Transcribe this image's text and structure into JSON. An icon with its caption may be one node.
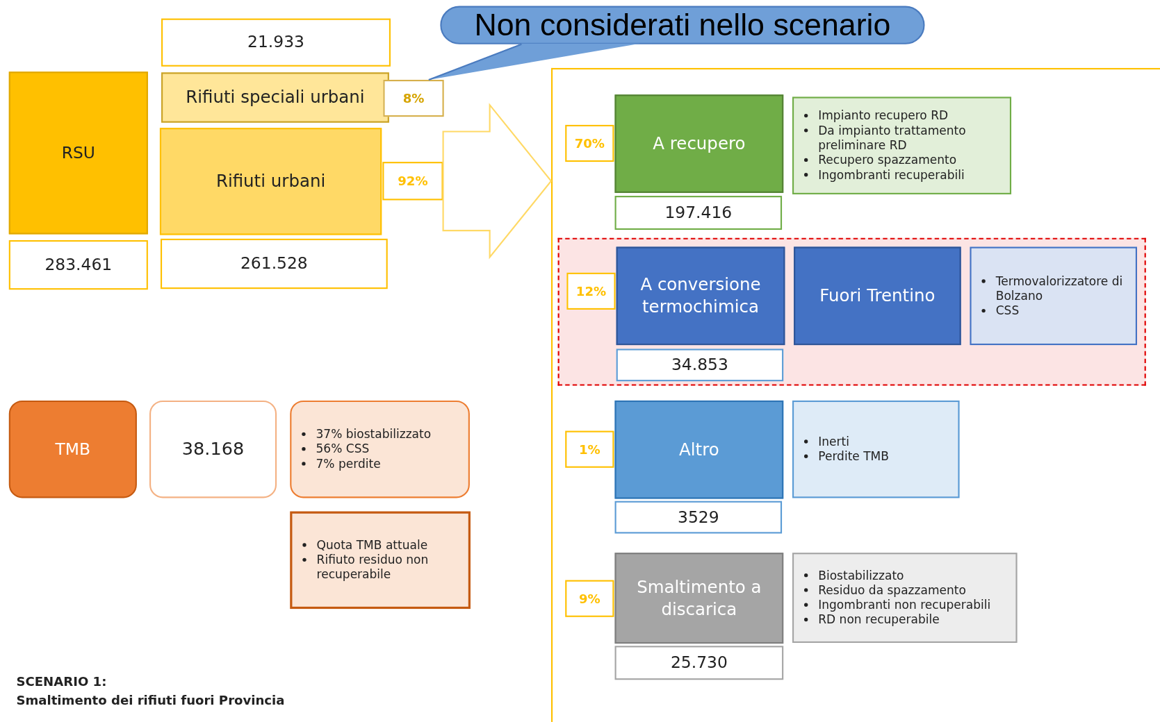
{
  "diagram": {
    "nodes": [
      {
        "text": [
          "21.933"
        ]
      },
      {
        "text": [
          "Rifiuti speciali urbani"
        ]
      },
      {
        "text": [
          "8%"
        ]
      },
      {
        "text": [
          "RSU"
        ]
      },
      {
        "text": [
          "Rifiuti urbani"
        ]
      },
      {
        "text": [
          "92%"
        ]
      },
      {
        "text": [
          "283.461"
        ]
      },
      {
        "text": [
          "261.528"
        ]
      },
      {
        "text": [
          "Non considerati nello scenario"
        ]
      },
      {
        "text": [],
        "shape": "box"
      },
      {
        "text": [
          "70%"
        ],
        "in": 9
      },
      {
        "text": [
          "A recupero"
        ],
        "in": 9
      },
      {
        "text": [
          "Impianto recupero RD",
          "Da impianto trattamento preliminare RD",
          "Recupero spazzamento",
          "Ingombranti recuperabili"
        ],
        "in": 9
      },
      {
        "text": [
          "197.416"
        ],
        "in": 9
      },
      {
        "text": [],
        "shape": "box",
        "in": 9
      },
      {
        "text": [
          "12%"
        ],
        "in": 14
      },
      {
        "text": [
          "A conversione termochimica"
        ],
        "in": 14
      },
      {
        "text": [
          "Fuori Trentino"
        ],
        "in": 14
      },
      {
        "text": [
          "Termovalorizzatore di Bolzano",
          "CSS"
        ],
        "in": 14
      },
      {
        "text": [
          "34.853"
        ],
        "in": 14
      },
      {
        "text": [
          "1%"
        ],
        "in": 9
      },
      {
        "text": [
          "Altro"
        ],
        "in": 9
      },
      {
        "text": [
          "Inerti",
          "Perdite TMB"
        ],
        "in": 9
      },
      {
        "text": [
          "3529"
        ],
        "in": 9
      },
      {
        "text": [
          "9%"
        ],
        "in": 9
      },
      {
        "text": [
          "Smaltimento a discarica"
        ],
        "in": 9
      },
      {
        "text": [
          "Biostabilizzato",
          "Residuo da spazzamento",
          "Ingombranti non recuperabili",
          "RD non recuperabile"
        ],
        "in": 9
      },
      {
        "text": [
          "25.730"
        ],
        "in": 9
      },
      {
        "text": [
          "TMB"
        ]
      },
      {
        "text": [
          "38.168"
        ]
      },
      {
        "text": [
          "37% biostabilizzato",
          "56% CSS",
          "7% perdite"
        ]
      },
      {
        "text": [
          "Quota TMB attuale",
          "Rifiuto residuo non recuperabile"
        ]
      }
    ],
    "edges": [
      {
        "from": 8,
        "to": 2,
        "arrow": "none"
      },
      {
        "from": 5,
        "to": 9,
        "arrow": "to",
        "style": "thick"
      }
    ],
    "labels": [
      "SCENARIO 1:",
      "Smaltimento dei rifiuti fuori Provincia"
    ]
  }
}
